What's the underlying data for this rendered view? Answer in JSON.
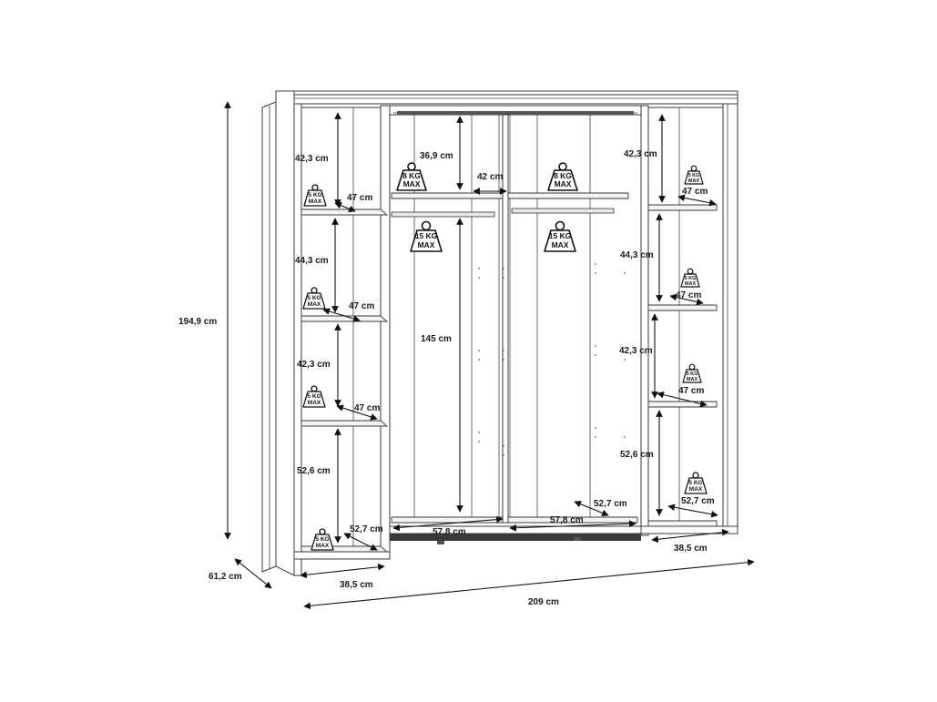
{
  "overall": {
    "height": "194,9 cm",
    "depth": "61,2 cm",
    "width": "209 cm"
  },
  "left_section": {
    "shelf_gaps": [
      "42,3 cm",
      "44,3 cm",
      "42,3 cm",
      "52,6 cm"
    ],
    "shelf_depths": [
      "47 cm",
      "47 cm",
      "47 cm"
    ],
    "bottom_depth": "52,7 cm",
    "width": "38,5 cm",
    "load": {
      "value": "5 KG",
      "max": "MAX"
    }
  },
  "middle_section": {
    "top_gap": "36,9 cm",
    "shelf_gap": "42 cm",
    "hanging_height": "145 cm",
    "bottom_widths": [
      "57,8 cm",
      "57,8 cm"
    ],
    "bottom_depth": "52,7 cm",
    "shelf_load": {
      "value": "8 KG",
      "max": "MAX"
    },
    "rail_load": {
      "value": "15 KG",
      "max": "MAX"
    }
  },
  "right_section": {
    "shelf_gaps": [
      "42,3 cm",
      "44,3 cm",
      "42,3 cm",
      "52,6 cm"
    ],
    "shelf_depths": [
      "47 cm",
      "47 cm",
      "47 cm"
    ],
    "bottom_depth": "52,7 cm",
    "width": "38,5 cm",
    "load": {
      "value": "5 KG",
      "max": "MAX"
    }
  }
}
